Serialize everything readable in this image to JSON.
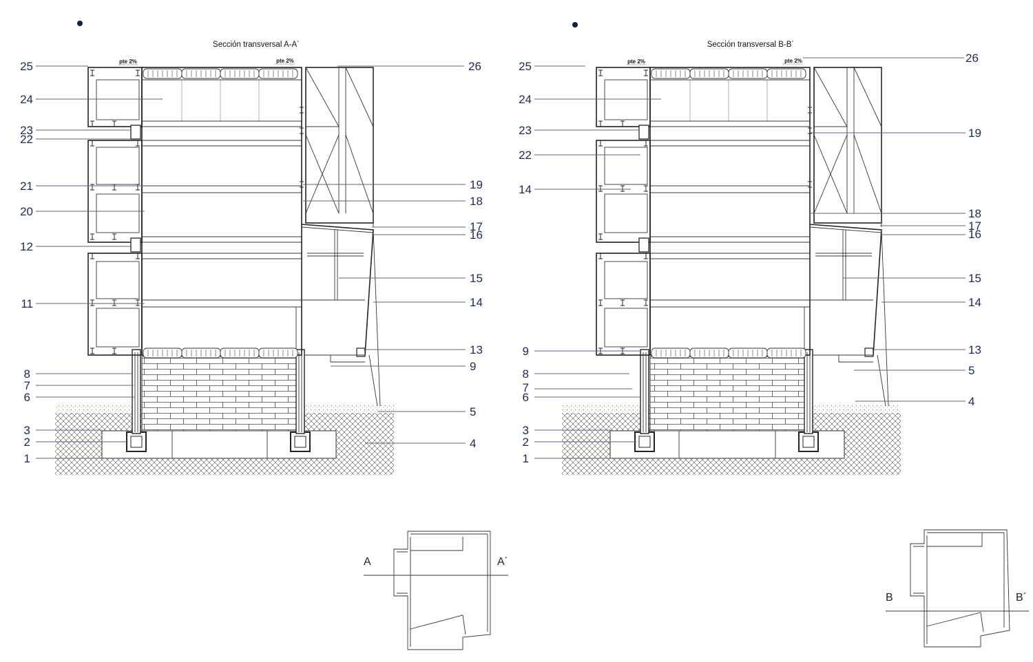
{
  "sections": [
    {
      "title": "Sección transversal A-A´",
      "slope_labels": [
        "pte 2%",
        "pte 2%"
      ],
      "left_callouts": [
        "25",
        "24",
        "23",
        "22",
        "21",
        "20",
        "12",
        "11",
        "8",
        "7",
        "6",
        "3",
        "2",
        "1"
      ],
      "right_callouts": [
        "26",
        "19",
        "18",
        "17",
        "16",
        "15",
        "14",
        "13",
        "9",
        "5",
        "4"
      ],
      "key_plan": {
        "cut_start": "A",
        "cut_end": "A´"
      }
    },
    {
      "title": "Sección transversal B-B´",
      "slope_labels": [
        "pte 2%",
        "pte 2%"
      ],
      "left_callouts": [
        "25",
        "24",
        "23",
        "22",
        "14",
        "9",
        "8",
        "7",
        "6",
        "3",
        "2",
        "1"
      ],
      "right_callouts": [
        "26",
        "19",
        "18",
        "17",
        "16",
        "15",
        "14",
        "13",
        "5",
        "4"
      ],
      "key_plan": {
        "cut_start": "B",
        "cut_end": "B´"
      }
    }
  ],
  "colors": {
    "callout": "#1a2a55",
    "leader": "#4e6a86",
    "bullet": "#0f1e4a"
  }
}
